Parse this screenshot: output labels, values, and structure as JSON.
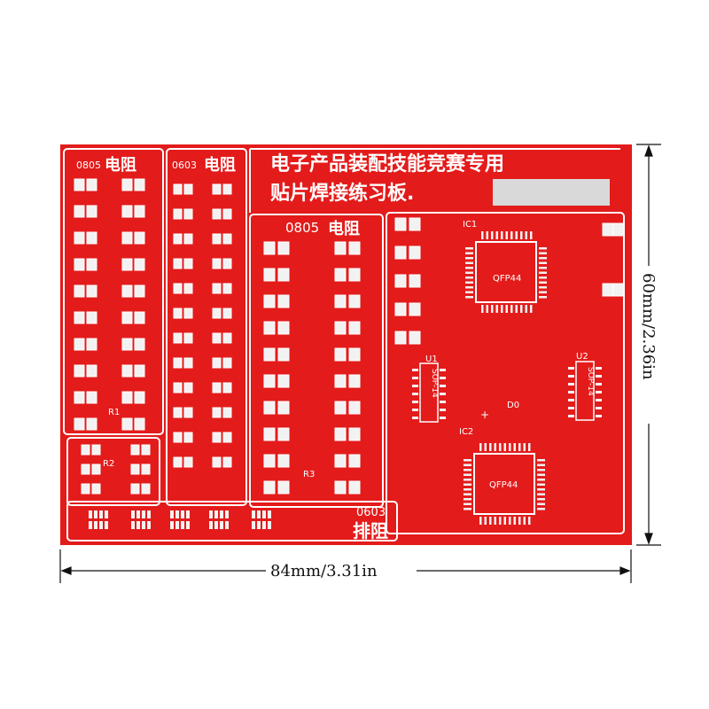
{
  "board": {
    "title_line1": "电子产品装配技能竞赛专用",
    "title_line2": "贴片焊接练习板.",
    "section_0805_left": "0805",
    "section_0603": "0603",
    "section_0805_mid": "0805",
    "section_label_resistor": "电阻",
    "section_0603_network": "0603",
    "section_label_network": "排阻",
    "ic1_label": "IC1",
    "ic1_package": "QFP44",
    "ic2_label": "IC2",
    "ic2_package": "QFP44",
    "u1_label": "U1",
    "u1_package": "SOP-14",
    "u2_label": "U2",
    "u2_package": "SOP-14",
    "r1_label": "R1",
    "r2_label": "R2",
    "r3_label": "R3",
    "d0_label": "D0",
    "plus_label": "+"
  },
  "dimensions": {
    "width_label": "84mm/3.31in",
    "height_label": "60mm/2.36in"
  },
  "colors": {
    "board_red": "#e31b1b",
    "silkscreen": "#ffffff",
    "trace": "#ff4a4a",
    "pad": "#f2f2f2",
    "label_plate": "#d9d9d9"
  }
}
